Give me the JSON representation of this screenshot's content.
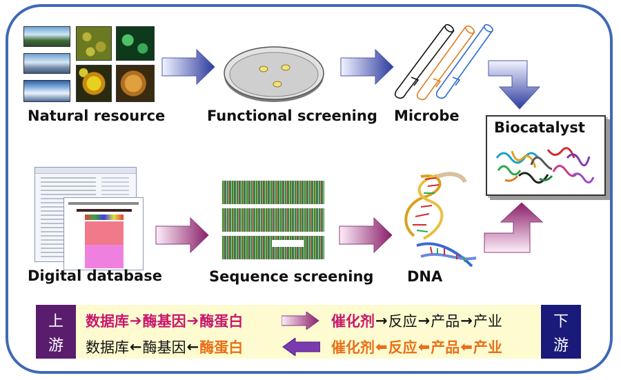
{
  "captions": {
    "natural_resource": "Natural resource",
    "functional_screening": "Functional screening",
    "microbe": "Microbe",
    "biocatalyst": "Biocatalyst",
    "digital_database": "Digital database",
    "sequence_screening": "Sequence screening",
    "dna": "DNA"
  },
  "banner": {
    "left_label": [
      "上",
      "游"
    ],
    "right_label": [
      "下",
      "游"
    ],
    "row1": [
      {
        "text": "数据库",
        "color": "mag"
      },
      {
        "text": "➔",
        "color": "mag",
        "arrow": true
      },
      {
        "text": "酶基因",
        "color": "mag"
      },
      {
        "text": "➔",
        "color": "mag",
        "arrow": true
      },
      {
        "text": "酶蛋白",
        "color": "mag"
      },
      {
        "text": "催化剂",
        "color": "mag"
      },
      {
        "text": "→",
        "color": "blk",
        "arrow": true
      },
      {
        "text": "反应",
        "color": "blk"
      },
      {
        "text": "→",
        "color": "blk",
        "arrow": true
      },
      {
        "text": "产品",
        "color": "blk"
      },
      {
        "text": "→",
        "color": "blk",
        "arrow": true
      },
      {
        "text": "产业",
        "color": "blk"
      }
    ],
    "row2": [
      {
        "text": "数据库",
        "color": "blk"
      },
      {
        "text": "←",
        "color": "blk",
        "arrow": true
      },
      {
        "text": "酶基因",
        "color": "blk"
      },
      {
        "text": "←",
        "color": "blk",
        "arrow": true
      },
      {
        "text": "酶蛋白",
        "color": "org"
      },
      {
        "text": "催化剂",
        "color": "org"
      },
      {
        "text": "⬅",
        "color": "org",
        "arrow": true
      },
      {
        "text": "反应",
        "color": "org"
      },
      {
        "text": "⬅",
        "color": "org",
        "arrow": true
      },
      {
        "text": "产品",
        "color": "org"
      },
      {
        "text": "⬅",
        "color": "org",
        "arrow": true
      },
      {
        "text": "产业",
        "color": "org"
      }
    ]
  },
  "colors": {
    "frame": "#3f68b8",
    "arrow_blue_dark": "#2d3b9e",
    "arrow_blue_light": "#e8ecff",
    "arrow_purple_dark": "#8a1f6a",
    "arrow_purple_light": "#fbe8f5",
    "banner_bg": "#fffbd0",
    "side_purple": "#5a1d6e",
    "side_navy": "#1a1a7a"
  },
  "icons": [
    "landscape-photo",
    "microbe-photo",
    "petri-dish-icon",
    "test-tube-icon",
    "protein-structure-icon",
    "database-window-icon",
    "sequence-alignment-icon",
    "dna-helix-icon"
  ]
}
